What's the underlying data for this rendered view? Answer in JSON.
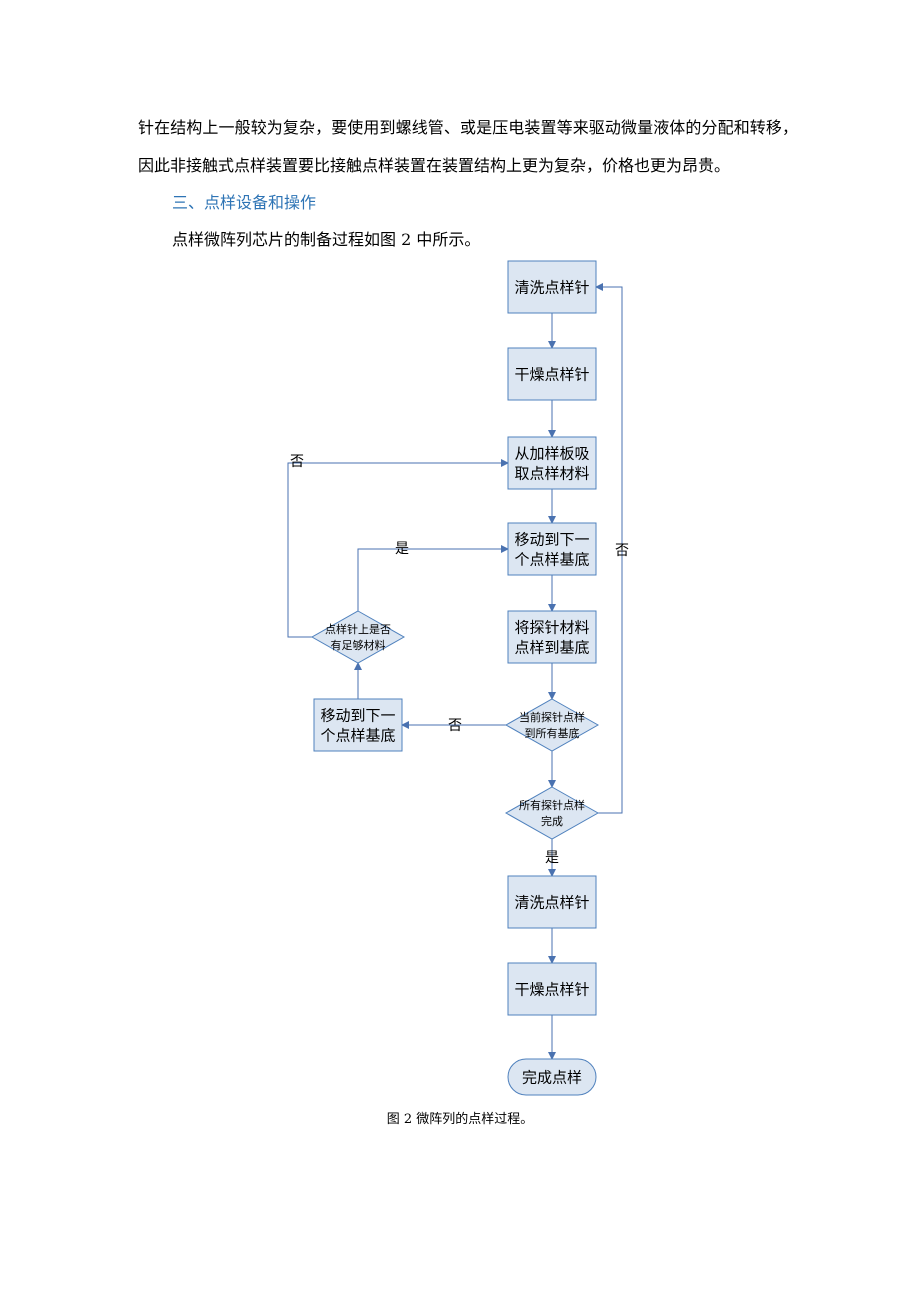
{
  "document": {
    "paragraph_1": "针在结构上一般较为复杂，要使用到螺线管、或是压电装置等来驱动微量液体的分配和转移，",
    "paragraph_2": "因此非接触式点样装置要比接触点样装置在装置结构上更为复杂，价格也更为昂贵。",
    "section_heading": "三、点样设备和操作",
    "paragraph_3": "点样微阵列芯片的制备过程如图 2 中所示。",
    "figure_caption": "图 2  微阵列的点样过程。"
  },
  "flowchart": {
    "colors": {
      "fill": "#dce6f2",
      "stroke": "#4f81bd",
      "arrow": "#4a72b0"
    },
    "nodes": {
      "clean_1": {
        "lines": [
          "清洗点样针"
        ]
      },
      "dry_1": {
        "lines": [
          "干燥点样针"
        ]
      },
      "aspirate": {
        "lines": [
          "从加样板吸",
          "取点样材料"
        ]
      },
      "move_next_main": {
        "lines": [
          "移动到下一",
          "个点样基底"
        ]
      },
      "print": {
        "lines": [
          "将探针材料",
          "点样到基底"
        ]
      },
      "decision_current_done": {
        "lines": [
          "当前探针点样",
          "到所有基底"
        ]
      },
      "decision_all_done": {
        "lines": [
          "所有探针点样",
          "完成"
        ]
      },
      "clean_2": {
        "lines": [
          "清洗点样针"
        ]
      },
      "dry_2": {
        "lines": [
          "干燥点样针"
        ]
      },
      "finish": {
        "lines": [
          "完成点样"
        ]
      },
      "move_next_side": {
        "lines": [
          "移动到下一",
          "个点样基底"
        ]
      },
      "decision_enough": {
        "lines": [
          "点样针上是否",
          "有足够材料"
        ]
      }
    },
    "edge_labels": {
      "not_enough": "否",
      "enough": "是",
      "current_not_done": "否",
      "all_not_done": "否",
      "all_done": "是"
    }
  }
}
